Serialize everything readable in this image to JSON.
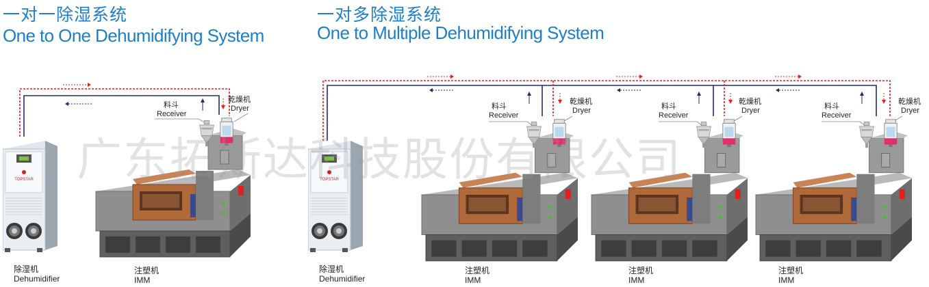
{
  "left": {
    "title_cn": "一对一除湿系统",
    "title_en": "One to One Dehumidifying System",
    "receiver": {
      "cn": "料斗",
      "en": "Receiver"
    },
    "dryer": {
      "cn": "乾燥机",
      "en": "Dryer"
    },
    "dehumidifier": {
      "cn": "除湿机",
      "en": "Dehumidifier"
    },
    "imm": {
      "cn": "注塑机",
      "en": "IMM"
    }
  },
  "right": {
    "title_cn": "一对多除湿系统",
    "title_en": "One  to  Multiple Dehumidifying System",
    "dehumidifier": {
      "cn": "除湿机",
      "en": "Dehumidifier"
    },
    "units": [
      {
        "receiver": {
          "cn": "料斗",
          "en": "Receiver"
        },
        "dryer": {
          "cn": "乾燥机",
          "en": "Dryer"
        },
        "imm": {
          "cn": "注塑机",
          "en": "IMM"
        }
      },
      {
        "receiver": {
          "cn": "料斗",
          "en": "Receiver"
        },
        "dryer": {
          "cn": "乾燥机",
          "en": "Dryer"
        },
        "imm": {
          "cn": "注塑机",
          "en": "IMM"
        }
      },
      {
        "receiver": {
          "cn": "料斗",
          "en": "Receiver"
        },
        "dryer": {
          "cn": "乾燥机",
          "en": "Dryer"
        },
        "imm": {
          "cn": "注塑机",
          "en": "IMM"
        }
      }
    ]
  },
  "machine_brand": "TOPSTAR",
  "watermark": "广东拓斯达科技股份有限公司",
  "colors": {
    "title": "#1e7ec8",
    "supply_line": "#e02020",
    "return_line": "#1e2a78",
    "copper": "#b06a3a",
    "body_gray": "#8c8c8c"
  }
}
